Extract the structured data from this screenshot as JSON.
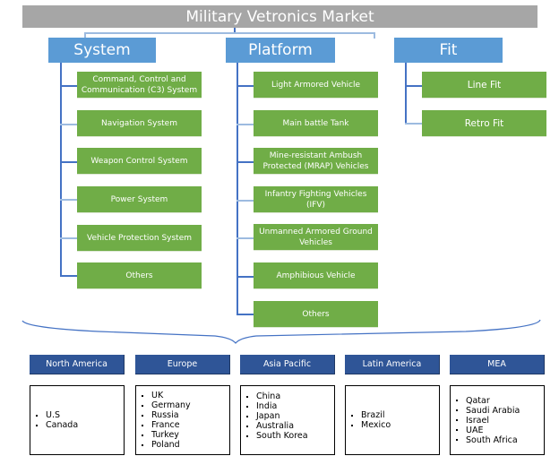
{
  "title": "Military Vetronics Market",
  "categories": [
    {
      "label": "System",
      "items": [
        "Command, Control and Communication (C3) System",
        "Navigation System",
        "Weapon Control System",
        "Power System",
        "Vehicle Protection System",
        "Others"
      ]
    },
    {
      "label": "Platform",
      "items": [
        "Light Armored Vehicle",
        "Main battle Tank",
        "Mine-resistant Ambush Protected (MRAP) Vehicles",
        "Infantry Fighting Vehicles (IFV)",
        "Unmanned Armored Ground Vehicles",
        "Amphibious Vehicle",
        "Others"
      ]
    },
    {
      "label": "Fit",
      "items": [
        "Line Fit",
        "Retro Fit"
      ]
    }
  ],
  "regions": [
    {
      "label": "North America",
      "countries": [
        "U.S",
        "Canada"
      ]
    },
    {
      "label": "Europe",
      "countries": [
        "UK",
        "Germany",
        "Russia",
        "France",
        "Turkey",
        "Poland"
      ]
    },
    {
      "label": "Asia Pacific",
      "countries": [
        "China",
        "India",
        "Japan",
        "Australia",
        "South Korea"
      ]
    },
    {
      "label": "Latin America",
      "countries": [
        "Brazil",
        "Mexico"
      ]
    },
    {
      "label": "MEA",
      "countries": [
        "Qatar",
        "Saudi Arabia",
        "Israel",
        "UAE",
        "South Africa"
      ]
    }
  ],
  "colors": {
    "title_bg": "#a6a6a6",
    "category_bg": "#5b9bd5",
    "leaf_bg": "#70ad47",
    "region_header_bg": "#2f5597",
    "connector": "#4472c4"
  }
}
